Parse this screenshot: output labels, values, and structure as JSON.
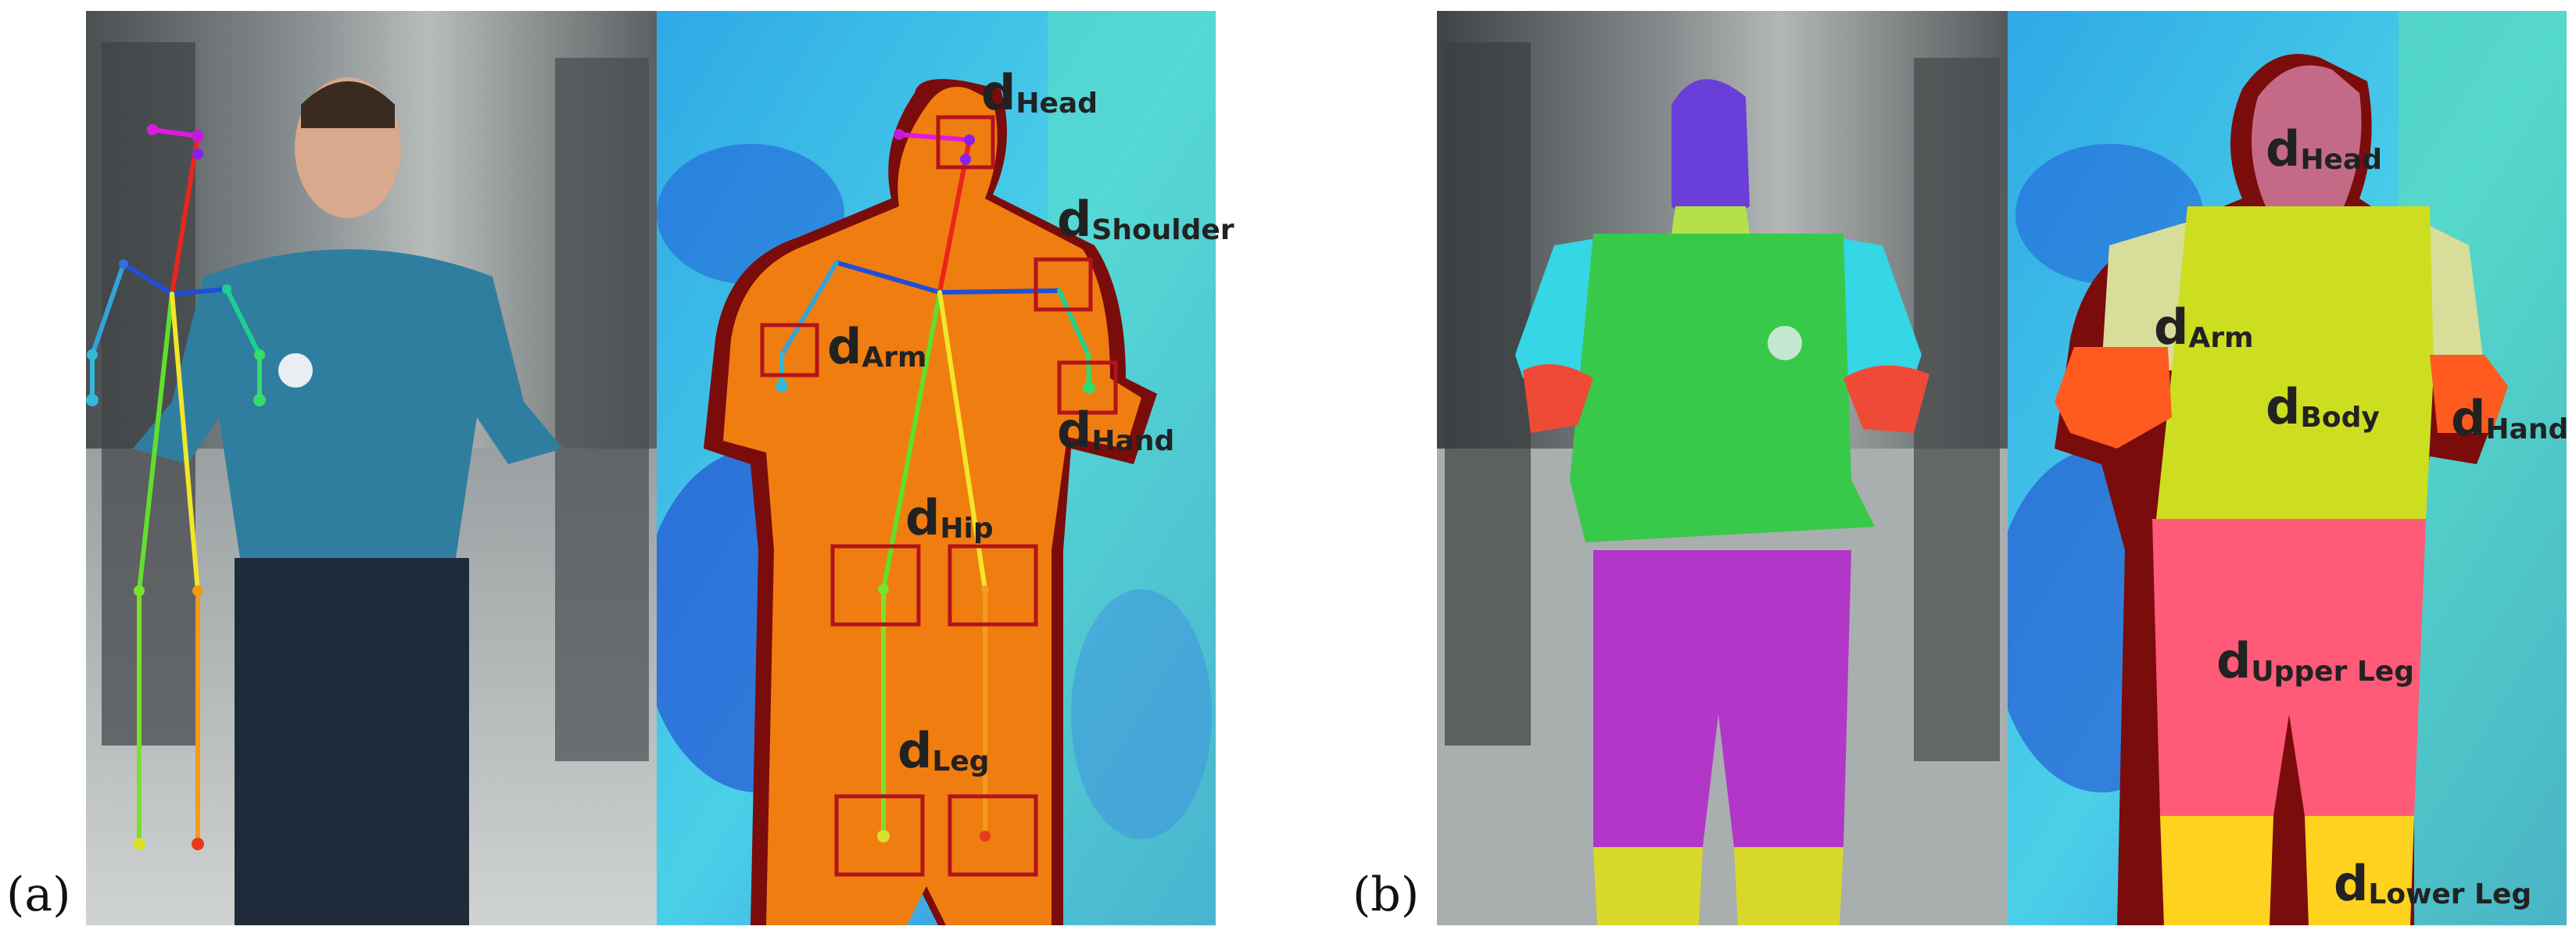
{
  "panels": {
    "a": {
      "tag": "(a)"
    },
    "b": {
      "tag": "(b)"
    }
  },
  "depth_labels_a": {
    "head": {
      "d": "d",
      "sub": "Head"
    },
    "shoulder": {
      "d": "d",
      "sub": "Shoulder"
    },
    "arm": {
      "d": "d",
      "sub": "Arm"
    },
    "hand": {
      "d": "d",
      "sub": "Hand"
    },
    "hip": {
      "d": "d",
      "sub": "Hip"
    },
    "leg": {
      "d": "d",
      "sub": "Leg"
    }
  },
  "depth_labels_b": {
    "head": {
      "d": "d",
      "sub": "Head"
    },
    "arm": {
      "d": "d",
      "sub": "Arm"
    },
    "body": {
      "d": "d",
      "sub": "Body"
    },
    "hand": {
      "d": "d",
      "sub": "Hand"
    },
    "upper_leg": {
      "d": "d",
      "sub": "Upper Leg"
    },
    "lower_leg": {
      "d": "d",
      "sub": "Lower Leg"
    }
  },
  "colors": {
    "skeleton_head": "#e01adf",
    "skeleton_spine": "#e8261a",
    "skeleton_shoulders": "#1f4fd6",
    "skeleton_left_arm": "#33a3d9",
    "skeleton_right_arm": "#1fcf8e",
    "skeleton_left_leg": "#5fe02a",
    "skeleton_right_leg": "#f2e62a",
    "roi_box": "#b3131b",
    "depth_body": "#f07d10",
    "depth_background": "#36b6e6",
    "seg_head": "#6a3ed8",
    "seg_torso": "#38c94a",
    "seg_arms": "#35d6e6",
    "seg_hands": "#ef4a36",
    "seg_upper_leg": "#b236c8",
    "seg_lower_leg": "#d8d82a",
    "dseg_head": "#c46a86",
    "dseg_body": "#cdde20",
    "dseg_arms": "#d9dd9a",
    "dseg_hands": "#ff5a1f",
    "dseg_upper_leg": "#ff5a78",
    "dseg_lower_leg": "#ffd21f"
  }
}
